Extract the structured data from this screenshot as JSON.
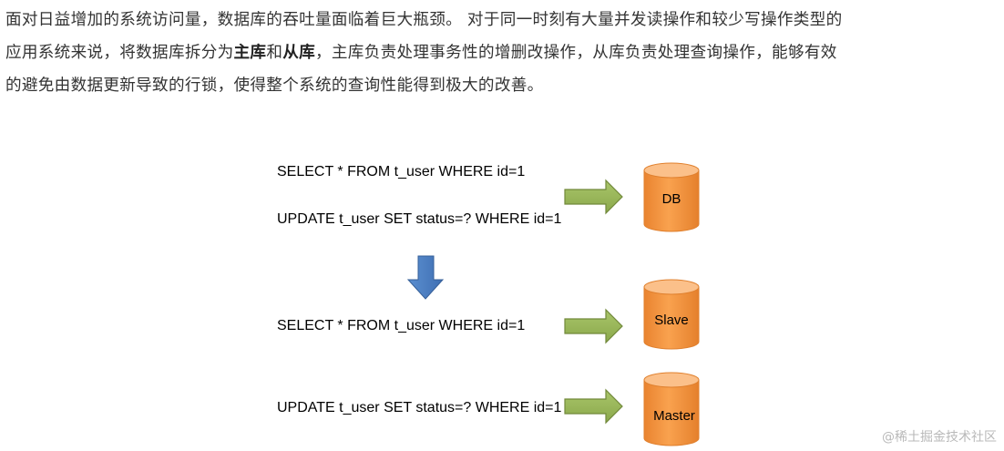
{
  "paragraph": {
    "line1": "面对日益增加的系统访问量，数据库的吞吐量面临着巨大瓶颈。 对于同一时刻有大量并发读操作和较少写操作类型的",
    "line2_pre": "应用系统来说，将数据库拆分为",
    "line2_bold1": "主库",
    "line2_mid": "和",
    "line2_bold2": "从库",
    "line2_post": "，主库负责处理事务性的增删改操作，从库负责处理查询操作，能够有效",
    "line3": "的避免由数据更新导致的行锁，使得整个系统的查询性能得到极大的改善。"
  },
  "diagram": {
    "top": {
      "select_sql": "SELECT * FROM t_user WHERE id=1",
      "update_sql": "UPDATE t_user SET status=? WHERE id=1",
      "db_label": "DB"
    },
    "bottom": {
      "select_sql": "SELECT * FROM t_user WHERE id=1",
      "slave_label": "Slave",
      "update_sql": "UPDATE t_user SET status=? WHERE id=1",
      "master_label": "Master"
    }
  },
  "colors": {
    "arrow_right": "#9bbb59",
    "arrow_down": "#4f81bd",
    "cylinder": "#f79646"
  },
  "watermark": "@稀土掘金技术社区"
}
